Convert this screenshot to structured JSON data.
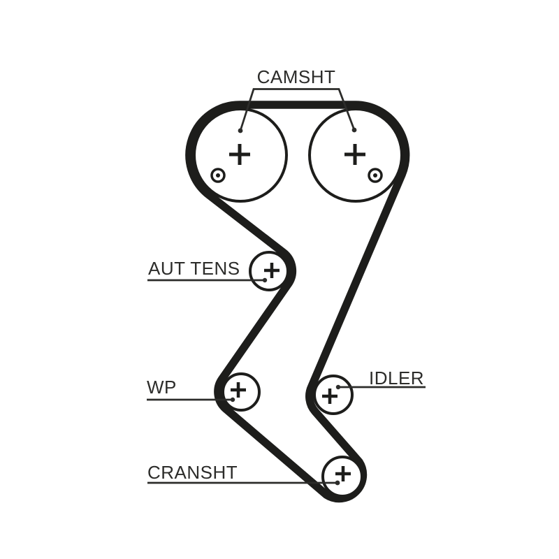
{
  "diagram": {
    "type": "timing-belt-routing-diagram",
    "labels": {
      "camshaft": "CAMSHT",
      "auto_tensioner": "AUT TENS",
      "water_pump": "WP",
      "idler": "IDLER",
      "crankshaft": "CRANSHT"
    },
    "pulleys": [
      {
        "id": "camshaft-left",
        "label": "CAMSHT",
        "center_mark": "plus-cross",
        "extra_mark": "bolt-hole-dot-circle"
      },
      {
        "id": "camshaft-right",
        "label": "CAMSHT",
        "center_mark": "plus-cross",
        "extra_mark": "bolt-hole-dot-circle"
      },
      {
        "id": "auto-tensioner",
        "label": "AUT TENS",
        "center_mark": "plus-cross"
      },
      {
        "id": "water-pump",
        "label": "WP",
        "center_mark": "plus-cross"
      },
      {
        "id": "idler",
        "label": "IDLER",
        "center_mark": "plus-cross"
      },
      {
        "id": "crankshaft",
        "label": "CRANSHT",
        "center_mark": "plus-cross"
      }
    ],
    "colors": {
      "line": "#1d1d1b",
      "text": "#2c2c2a",
      "background": "#ffffff"
    }
  }
}
